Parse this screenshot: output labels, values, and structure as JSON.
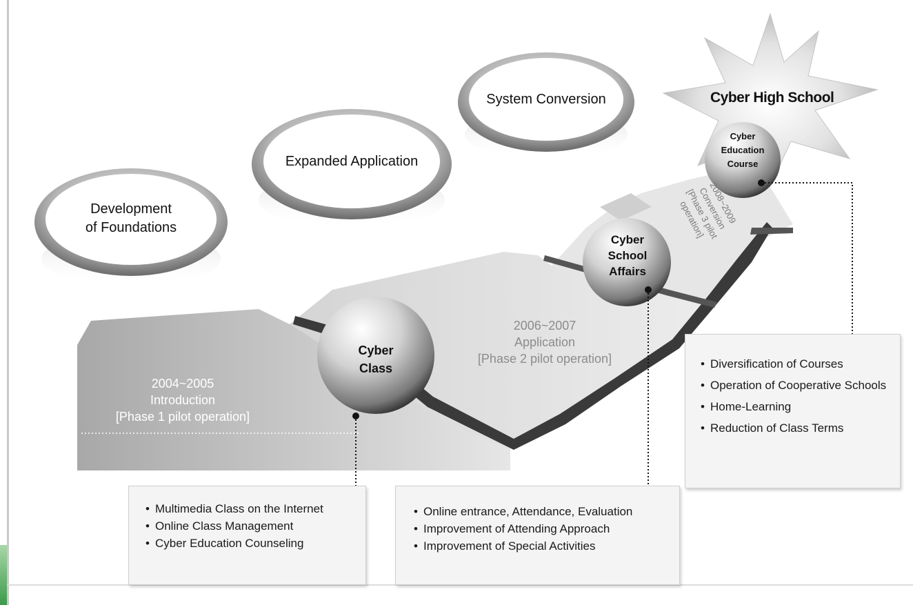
{
  "stages": [
    {
      "line1": "Development",
      "line2": "of Foundations"
    },
    {
      "line1": "Expanded Application"
    },
    {
      "line1": "System Conversion"
    }
  ],
  "star_title": "Cyber High School",
  "discs": {
    "cyber_class": {
      "line1": "Cyber",
      "line2": "Class"
    },
    "cyber_school_affairs": {
      "line1": "Cyber",
      "line2": "School",
      "line3": "Affairs"
    },
    "cyber_education_course": {
      "line1": "Cyber",
      "line2": "Education",
      "line3": "Course"
    }
  },
  "phases": {
    "phase1": {
      "years": "2004~2005",
      "name": "Introduction",
      "note": "[Phase 1 pilot operation]"
    },
    "phase2": {
      "years": "2006~2007",
      "name": "Application",
      "note": "[Phase 2 pilot operation]"
    },
    "phase3": {
      "years": "2008~2009",
      "name": "Conversion",
      "note": "[Phase 3 pilot",
      "note2": "operation]"
    }
  },
  "boxes": {
    "class_box": [
      "Multimedia Class on the Internet",
      "Online Class Management",
      "Cyber Education Counseling"
    ],
    "affairs_box": [
      "Online entrance, Attendance, Evaluation",
      "Improvement of Attending Approach",
      "Improvement of Special Activities"
    ],
    "course_box": [
      "Diversification of Courses",
      "Operation of Cooperative Schools",
      "Home-Learning",
      "Reduction of Class Terms"
    ]
  },
  "colors": {
    "text": "#1a1a1a",
    "phase_text": "#8c8c8c",
    "phase_text_light": "#ffffff",
    "accent": "#3c9a4a"
  }
}
